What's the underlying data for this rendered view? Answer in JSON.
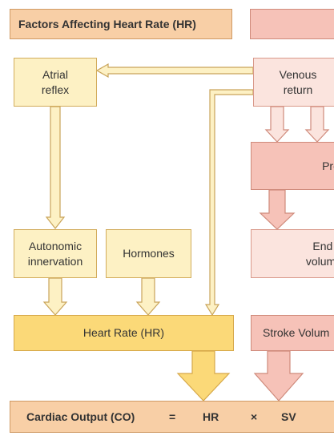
{
  "title": "Factors Affecting Heart Rate (HR)",
  "boxes": {
    "atrial_reflex": "Atrial\nreflex",
    "venous_return": "Venous\nreturn",
    "preload": "Prel",
    "autonomic": "Autonomic\ninnervation",
    "hormones": "Hormones",
    "end_diastolic": "End d\nvolume",
    "heart_rate": "Heart Rate (HR)",
    "stroke_volume": "Stroke Volum"
  },
  "equation": {
    "label": "Cardiac Output (CO)",
    "equals": "=",
    "hr": "HR",
    "times": "×",
    "sv": "SV"
  },
  "colors": {
    "yellow_fill": "#fdf1c4",
    "yellow_strong": "#fbd978",
    "pink_light": "#fbe4de",
    "pink": "#f6c2b8",
    "orange": "#f8cfa6"
  }
}
